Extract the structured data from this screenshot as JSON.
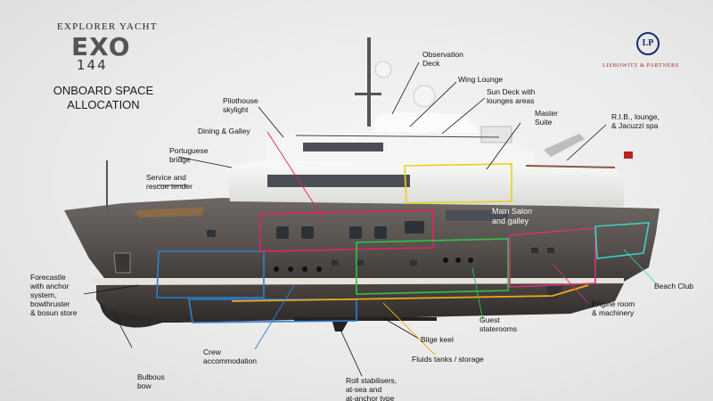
{
  "brand": {
    "tagline": "EXPLORER YACHT",
    "model": "EXO",
    "number": "144",
    "title_line1": "ONBOARD SPACE",
    "title_line2": "ALLOCATION",
    "partner_mark": "LP",
    "partner_name": "LIEBOWITZ & PARTNERS"
  },
  "labels": {
    "observation_deck": [
      "Observation",
      "Deck"
    ],
    "wing_lounge": "Wing Lounge",
    "sun_deck": [
      "Sun Deck with",
      "lounges areas"
    ],
    "master_suite": [
      "Master",
      "Suite"
    ],
    "rib": [
      "R.I.B., lounge,",
      "& Jacuzzi spa"
    ],
    "pilothouse": [
      "Pilothouse",
      "skylight"
    ],
    "dining_galley": "Dining & Galley",
    "portuguese_bridge": [
      "Portuguese",
      "bridge"
    ],
    "service_tender": [
      "Service and",
      "rescue tender"
    ],
    "main_salon": [
      "Main Salon",
      "and galley"
    ],
    "forecastle": [
      "Forecastle",
      "with anchor",
      "system,",
      "bowthruster",
      "& bosun store"
    ],
    "beach_club": "Beach Club",
    "engine_room": [
      "Engine room",
      "& machinery"
    ],
    "guest_staterooms": [
      "Guest",
      "staterooms"
    ],
    "crew_accommodation": [
      "Crew",
      "accommodation"
    ],
    "bilge_keel": "Bilge keel",
    "fluids_tanks": "Fluids tanks / storage",
    "bulbous_bow": [
      "Bulbous",
      "bow"
    ],
    "roll_stabilisers": [
      "Roll stabilisers,",
      "at-sea and",
      "at-anchor type"
    ]
  },
  "colors": {
    "crew": "#2f7fd6",
    "dining": "#e0245e",
    "guest": "#2fc24a",
    "engine": "#d4307a",
    "beach": "#3fd0c8",
    "master": "#e8d21a",
    "fluids": "#f0a818",
    "hull": "#5f5a56",
    "superstructure": "#f2f2f0"
  }
}
